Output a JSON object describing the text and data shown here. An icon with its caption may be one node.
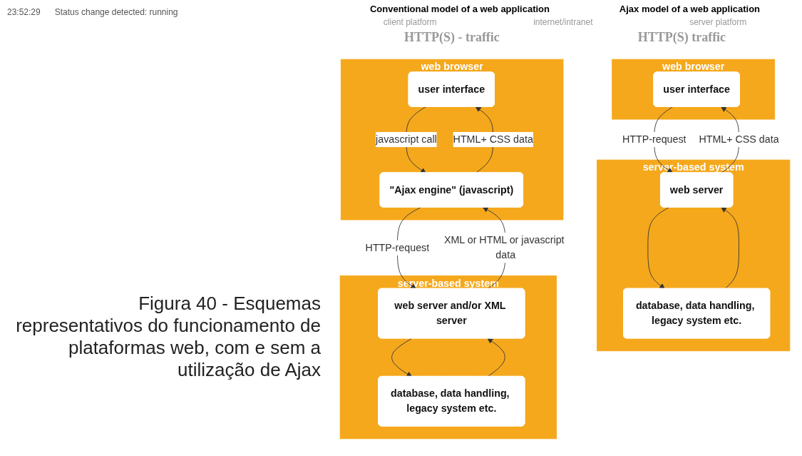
{
  "diagram": {
    "caption": "Figura 40 - Esquemas representativos do funcionamento de plataformas web, com e sem a utilização de Ajax",
    "nodes": [
      {
        "text": [
          "web browser"
        ]
      },
      {
        "text": [
          "user interface"
        ],
        "in": 0
      },
      {
        "text": [
          "server-based system"
        ]
      },
      {
        "text": [
          "web server"
        ],
        "in": 2
      },
      {
        "text": [
          "database, data handling, legacy system etc."
        ],
        "in": 2
      },
      {
        "text": [
          "web browser"
        ]
      },
      {
        "text": [
          "user interface"
        ],
        "in": 5
      },
      {
        "text": [
          "\"Ajax engine\" (javascript)"
        ],
        "in": 5
      },
      {
        "text": [
          "server-based system"
        ]
      },
      {
        "text": [
          "web server and/or XML server"
        ],
        "in": 8
      },
      {
        "text": [
          "database, data handling, legacy system etc."
        ],
        "in": 8
      }
    ],
    "edges": [
      {
        "from": 1,
        "to": 3,
        "arrow": "to",
        "label": "HTTP-request"
      },
      {
        "from": 3,
        "to": 1,
        "arrow": "to",
        "label": "HTML+ CSS data"
      },
      {
        "from": 3,
        "to": 4,
        "arrow": "to"
      },
      {
        "from": 4,
        "to": 3,
        "arrow": "to"
      },
      {
        "from": 6,
        "to": 7,
        "arrow": "to",
        "label": "javascript call"
      },
      {
        "from": 7,
        "to": 6,
        "arrow": "to",
        "label": "HTML+ CSS data"
      },
      {
        "from": 7,
        "to": 9,
        "arrow": "to",
        "label": "HTTP-request"
      },
      {
        "from": 9,
        "to": 7,
        "arrow": "to",
        "label": "XML or HTML or javascript data"
      },
      {
        "from": 9,
        "to": 10,
        "arrow": "to"
      },
      {
        "from": 10,
        "to": 9,
        "arrow": "to"
      }
    ],
    "labels": [
      "23:52:29",
      "Status change detected: running",
      "Conventional model of a web application",
      "Ajax model of a web application",
      "client platform",
      "internet/intranet",
      "server platform",
      "HTTP(S) - traffic",
      "HTTP(S) traffic"
    ]
  }
}
